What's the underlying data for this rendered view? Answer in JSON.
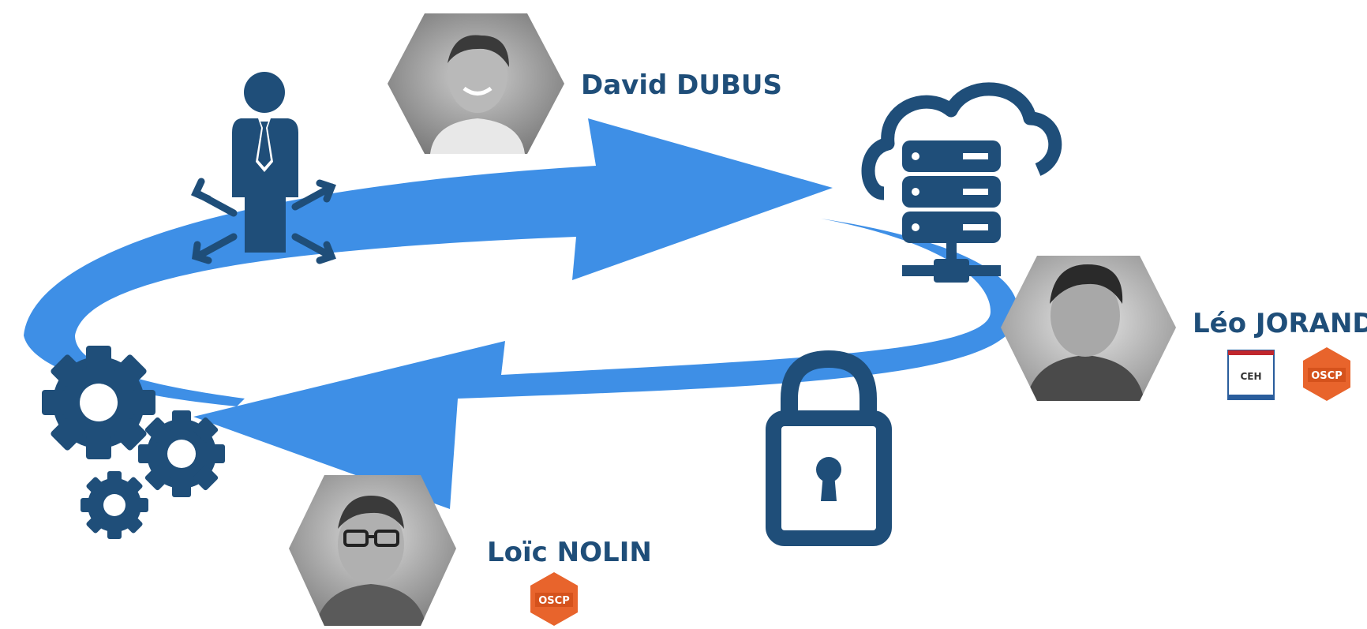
{
  "colors": {
    "navy": "#1f4e79",
    "arrow_blue": "#3e8fe6",
    "badge_orange": "#e8642c",
    "photo_gray": "#9a9a9a"
  },
  "icons": [
    "business-person-icon",
    "cloud-server-icon",
    "padlock-icon",
    "gears-icon"
  ],
  "people": [
    {
      "name": "David DUBUS"
    },
    {
      "name": "Léo JORAND",
      "badges": [
        "CEH",
        "OSCP"
      ]
    },
    {
      "name": "Loïc NOLIN",
      "badges": [
        "OSCP"
      ]
    }
  ]
}
